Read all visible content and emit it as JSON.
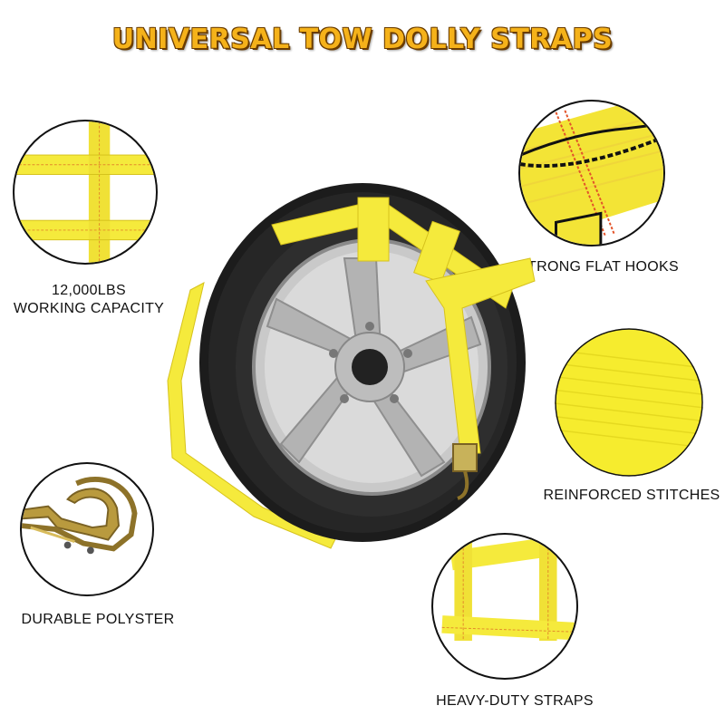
{
  "title": "UNIVERSAL TOW DOLLY STRAPS",
  "features": {
    "capacity_line1": "12,000LBS",
    "capacity_line2": "WORKING CAPACITY",
    "flat_hooks": "STRONG FLAT HOOKS",
    "stitches": "REINFORCED STITCHES",
    "polyester": "DURABLE POLYSTER",
    "heavy_duty": "HEAVY-DUTY STRAPS"
  },
  "icons": [
    "strap-grid-icon",
    "strap-edge-icon",
    "fabric-weave-icon",
    "flat-hook-icon",
    "strap-loop-icon",
    "tire-with-straps-image"
  ],
  "colors": {
    "strap_yellow": "#f5ea3c",
    "title_orange": "#f5b21a",
    "title_outline": "#6a3c00"
  }
}
